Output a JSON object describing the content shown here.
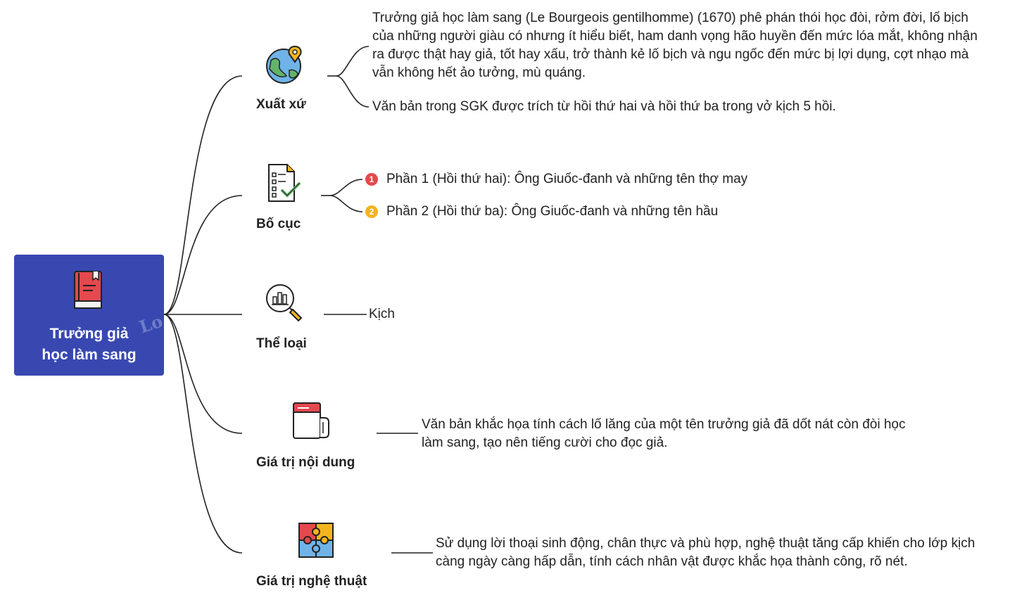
{
  "root": {
    "title_line1": "Trưởng giả",
    "title_line2": "học làm sang",
    "icon": "book-icon",
    "watermark": "Lo"
  },
  "branches": [
    {
      "label": "Xuất xứ",
      "icon": "globe-pin-icon",
      "leaves": [
        "Trưởng giả học làm sang (Le Bourgeois gentilhomme) (1670) phê phán thói học đòi, rởm đời, lố bịch của những người giàu có nhưng ít hiểu biết, ham danh vọng hão huyền đến mức lóa mắt, không nhận ra được thật hay giả, tốt hay xấu, trở thành kẻ lố bịch và ngu ngốc đến mức bị lợi dụng, cợt nhạo mà vẫn không hết ảo tưởng, mù quáng.",
        "Văn bản trong SGK được trích từ hồi thứ hai và hồi thứ ba trong vở kịch 5 hồi."
      ]
    },
    {
      "label": "Bố cục",
      "icon": "checklist-icon",
      "leaves": [
        "Phần 1 (Hồi thứ hai): Ông Giuốc-đanh và những tên thợ may",
        "Phần 2 (Hồi thứ ba): Ông Giuốc-đanh và những tên hầu"
      ],
      "badges": [
        "1",
        "2"
      ]
    },
    {
      "label": "Thể loại",
      "icon": "magnifier-chart-icon",
      "leaves": [
        "Kịch"
      ]
    },
    {
      "label": "Giá trị nội dung",
      "icon": "notebook-icon",
      "leaves": [
        "Văn bản khắc họa tính cách lố lăng của một tên trưởng giả đã dốt nát còn đòi học làm sang, tạo nên tiếng cười cho đọc giả."
      ]
    },
    {
      "label": "Giá trị nghệ thuật",
      "icon": "puzzle-icon",
      "leaves": [
        "Sử dụng lời thoại sinh động, chân thực và phù hợp, nghệ thuật tăng cấp khiến cho lớp kịch càng ngày càng hấp dẫn, tính cách nhân vật được khắc họa thành công, rõ nét."
      ]
    }
  ],
  "colors": {
    "root_bg": "#3848b0",
    "line": "#222222",
    "badge_1": "#e5484d",
    "badge_2": "#f3b51e"
  }
}
